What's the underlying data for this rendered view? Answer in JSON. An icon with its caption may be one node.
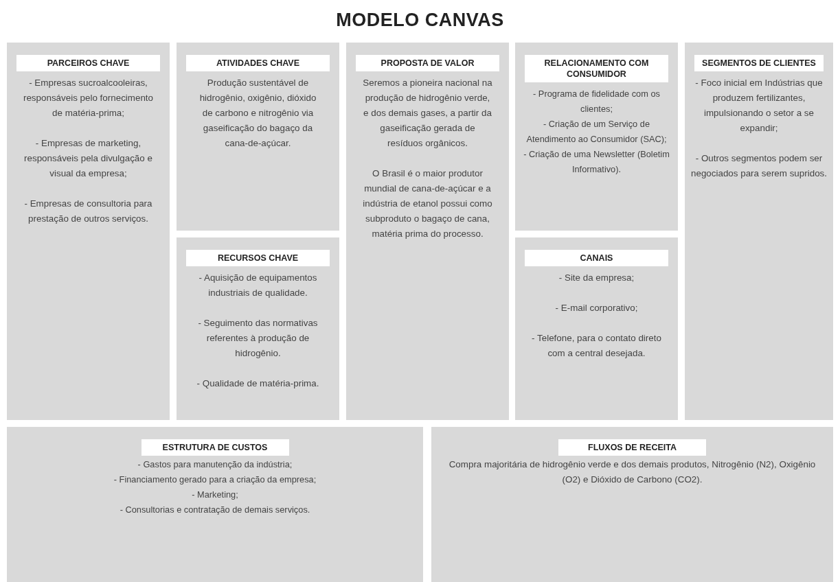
{
  "diagram": {
    "title": "MODELO CANVAS",
    "nodes": [
      {
        "text": [
          "PARCEIROS CHAVE",
          "- Empresas sucroalcooleiras, responsáveis pelo fornecimento de matéria-prima;",
          "- Empresas de marketing, responsáveis pela divulgação e visual da empresa;",
          "- Empresas de consultoria para prestação de outros serviços."
        ]
      },
      {
        "text": [
          "ATIVIDADES CHAVE",
          "Produção sustentável de hidrogênio, oxigênio, dióxido de carbono e nitrogênio via gaseificação do bagaço da cana-de-açúcar."
        ]
      },
      {
        "text": [
          "RECURSOS CHAVE",
          "- Aquisição de equipamentos industriais de qualidade.",
          "- Seguimento das normativas referentes à produção de hidrogênio.",
          "- Qualidade de matéria-prima."
        ]
      },
      {
        "text": [
          "PROPOSTA DE VALOR",
          "Seremos a pioneira nacional na produção de hidrogênio verde, e dos demais gases, a partir da gaseificação gerada de resíduos orgânicos.",
          "O Brasil é o maior produtor mundial de cana-de-açúcar e a indústria de etanol possui como subproduto o bagaço de cana, matéria prima do processo."
        ]
      },
      {
        "text": [
          "RELACIONAMENTO COM CONSUMIDOR",
          "- Programa de fidelidade com os clientes;",
          "- Criação de um Serviço de Atendimento ao Consumidor (SAC);",
          "- Criação de uma Newsletter (Boletim Informativo)."
        ]
      },
      {
        "text": [
          "CANAIS",
          "- Site da empresa;",
          "- E-mail corporativo;",
          "- Telefone, para o contato direto com a central desejada."
        ]
      },
      {
        "text": [
          "SEGMENTOS DE CLIENTES",
          "- Foco inicial em Indústrias que produzem fertilizantes, impulsionando o setor a se expandir;",
          "- Outros segmentos podem ser negociados para serem supridos."
        ]
      },
      {
        "text": [
          "ESTRUTURA DE CUSTOS",
          "- Gastos para manutenção da indústria;",
          "- Financiamento gerado para a criação da empresa;",
          "- Marketing;",
          "- Consultorias e contratação de demais serviços."
        ]
      },
      {
        "text": [
          "FLUXOS DE RECEITA",
          "Compra majoritária de hidrogênio verde e dos demais produtos, Nitrogênio (N2), Oxigênio (O2) e Dióxido de Carbono (CO2)."
        ]
      }
    ],
    "edges": []
  }
}
